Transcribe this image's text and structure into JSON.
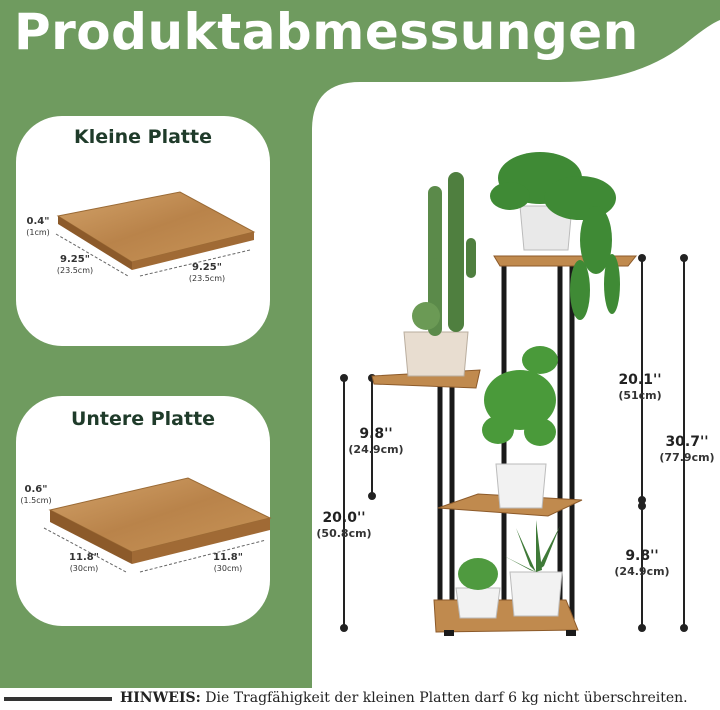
{
  "title": "Produktabmessungen",
  "small_plate": {
    "title": "Kleine Platte",
    "thickness": "0.4\"",
    "thickness_cm": "(1cm)",
    "width": "9.25\"",
    "width_cm": "(23.5cm)",
    "depth": "9.25\"",
    "depth_cm": "(23.5cm)"
  },
  "bottom_plate": {
    "title": "Untere Platte",
    "thickness": "0.6\"",
    "thickness_cm": "(1.5cm)",
    "width": "11.8\"",
    "width_cm": "(30cm)",
    "depth": "11.8\"",
    "depth_cm": "(30cm)"
  },
  "stand": {
    "left_top_gap": "9.8''",
    "left_top_gap_cm": "(24.9cm)",
    "left_height": "20.0''",
    "left_height_cm": "(50.8cm)",
    "right_top_gap": "20.1''",
    "right_top_gap_cm": "(51cm)",
    "right_bottom_gap": "9.8''",
    "right_bottom_gap_cm": "(24.9cm)",
    "total_height": "30.7''",
    "total_height_cm": "(77.9cm)"
  },
  "footer": {
    "label": "HINWEIS:",
    "text": "Die Tragfähigkeit der kleinen Platten darf 6 kg nicht überschreiten."
  },
  "colors": {
    "background_green": "#6f9b5f",
    "wood": "#c08a4e",
    "frame": "#1a1a1a"
  }
}
